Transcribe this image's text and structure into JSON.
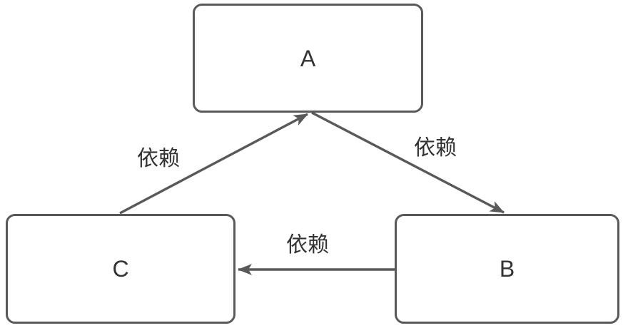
{
  "diagram": {
    "nodes": [
      {
        "id": "A",
        "label": "A"
      },
      {
        "id": "B",
        "label": "B"
      },
      {
        "id": "C",
        "label": "C"
      }
    ],
    "edges": [
      {
        "from": "C",
        "to": "A",
        "label": "依赖"
      },
      {
        "from": "A",
        "to": "B",
        "label": "依赖"
      },
      {
        "from": "B",
        "to": "C",
        "label": "依赖"
      }
    ],
    "colors": {
      "stroke": "#595959",
      "node_fill": "#ffffff",
      "text": "#333333"
    }
  }
}
